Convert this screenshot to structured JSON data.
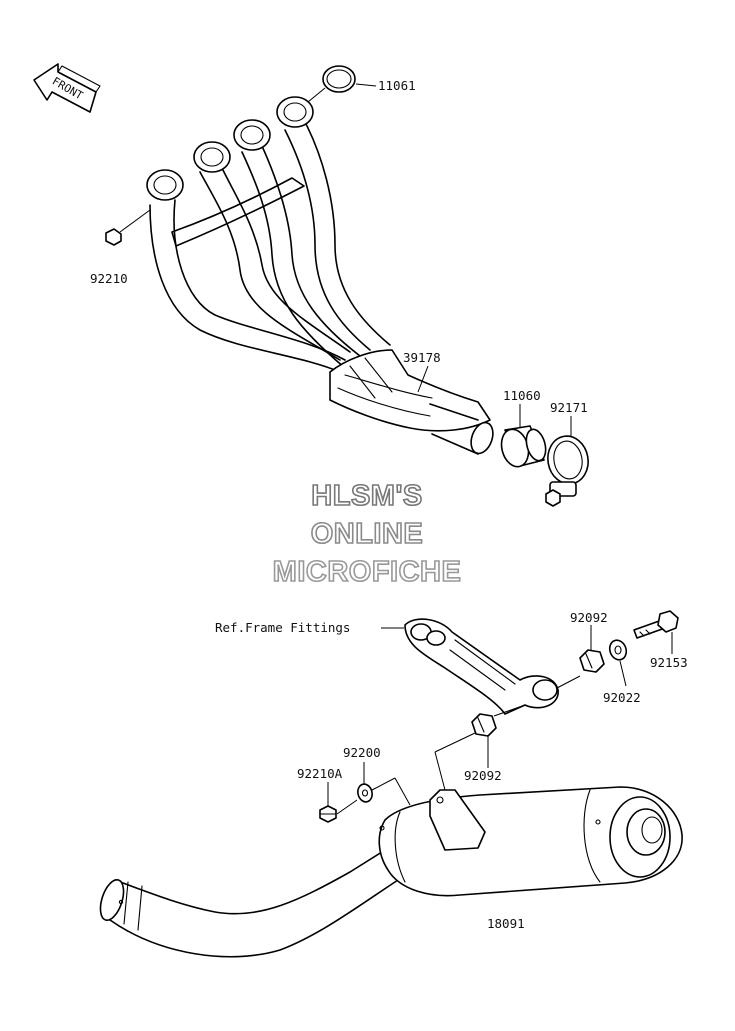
{
  "diagram": {
    "front_label": "FRONT",
    "watermark": {
      "line1": "HLSM'S",
      "line2": "ONLINE",
      "line3": "MICROFICHE",
      "colors": [
        "#777777",
        "#8a8a8a",
        "#999999"
      ]
    },
    "parts": {
      "p11061": "11061",
      "p92210": "92210",
      "p39178": "39178",
      "p11060": "11060",
      "p92171": "92171",
      "ref_frame": "Ref.Frame Fittings",
      "p92092_top": "92092",
      "p92153": "92153",
      "p92022": "92022",
      "p92092_bottom": "92092",
      "p92200": "92200",
      "p92210A": "92210A",
      "p18091": "18091"
    }
  }
}
